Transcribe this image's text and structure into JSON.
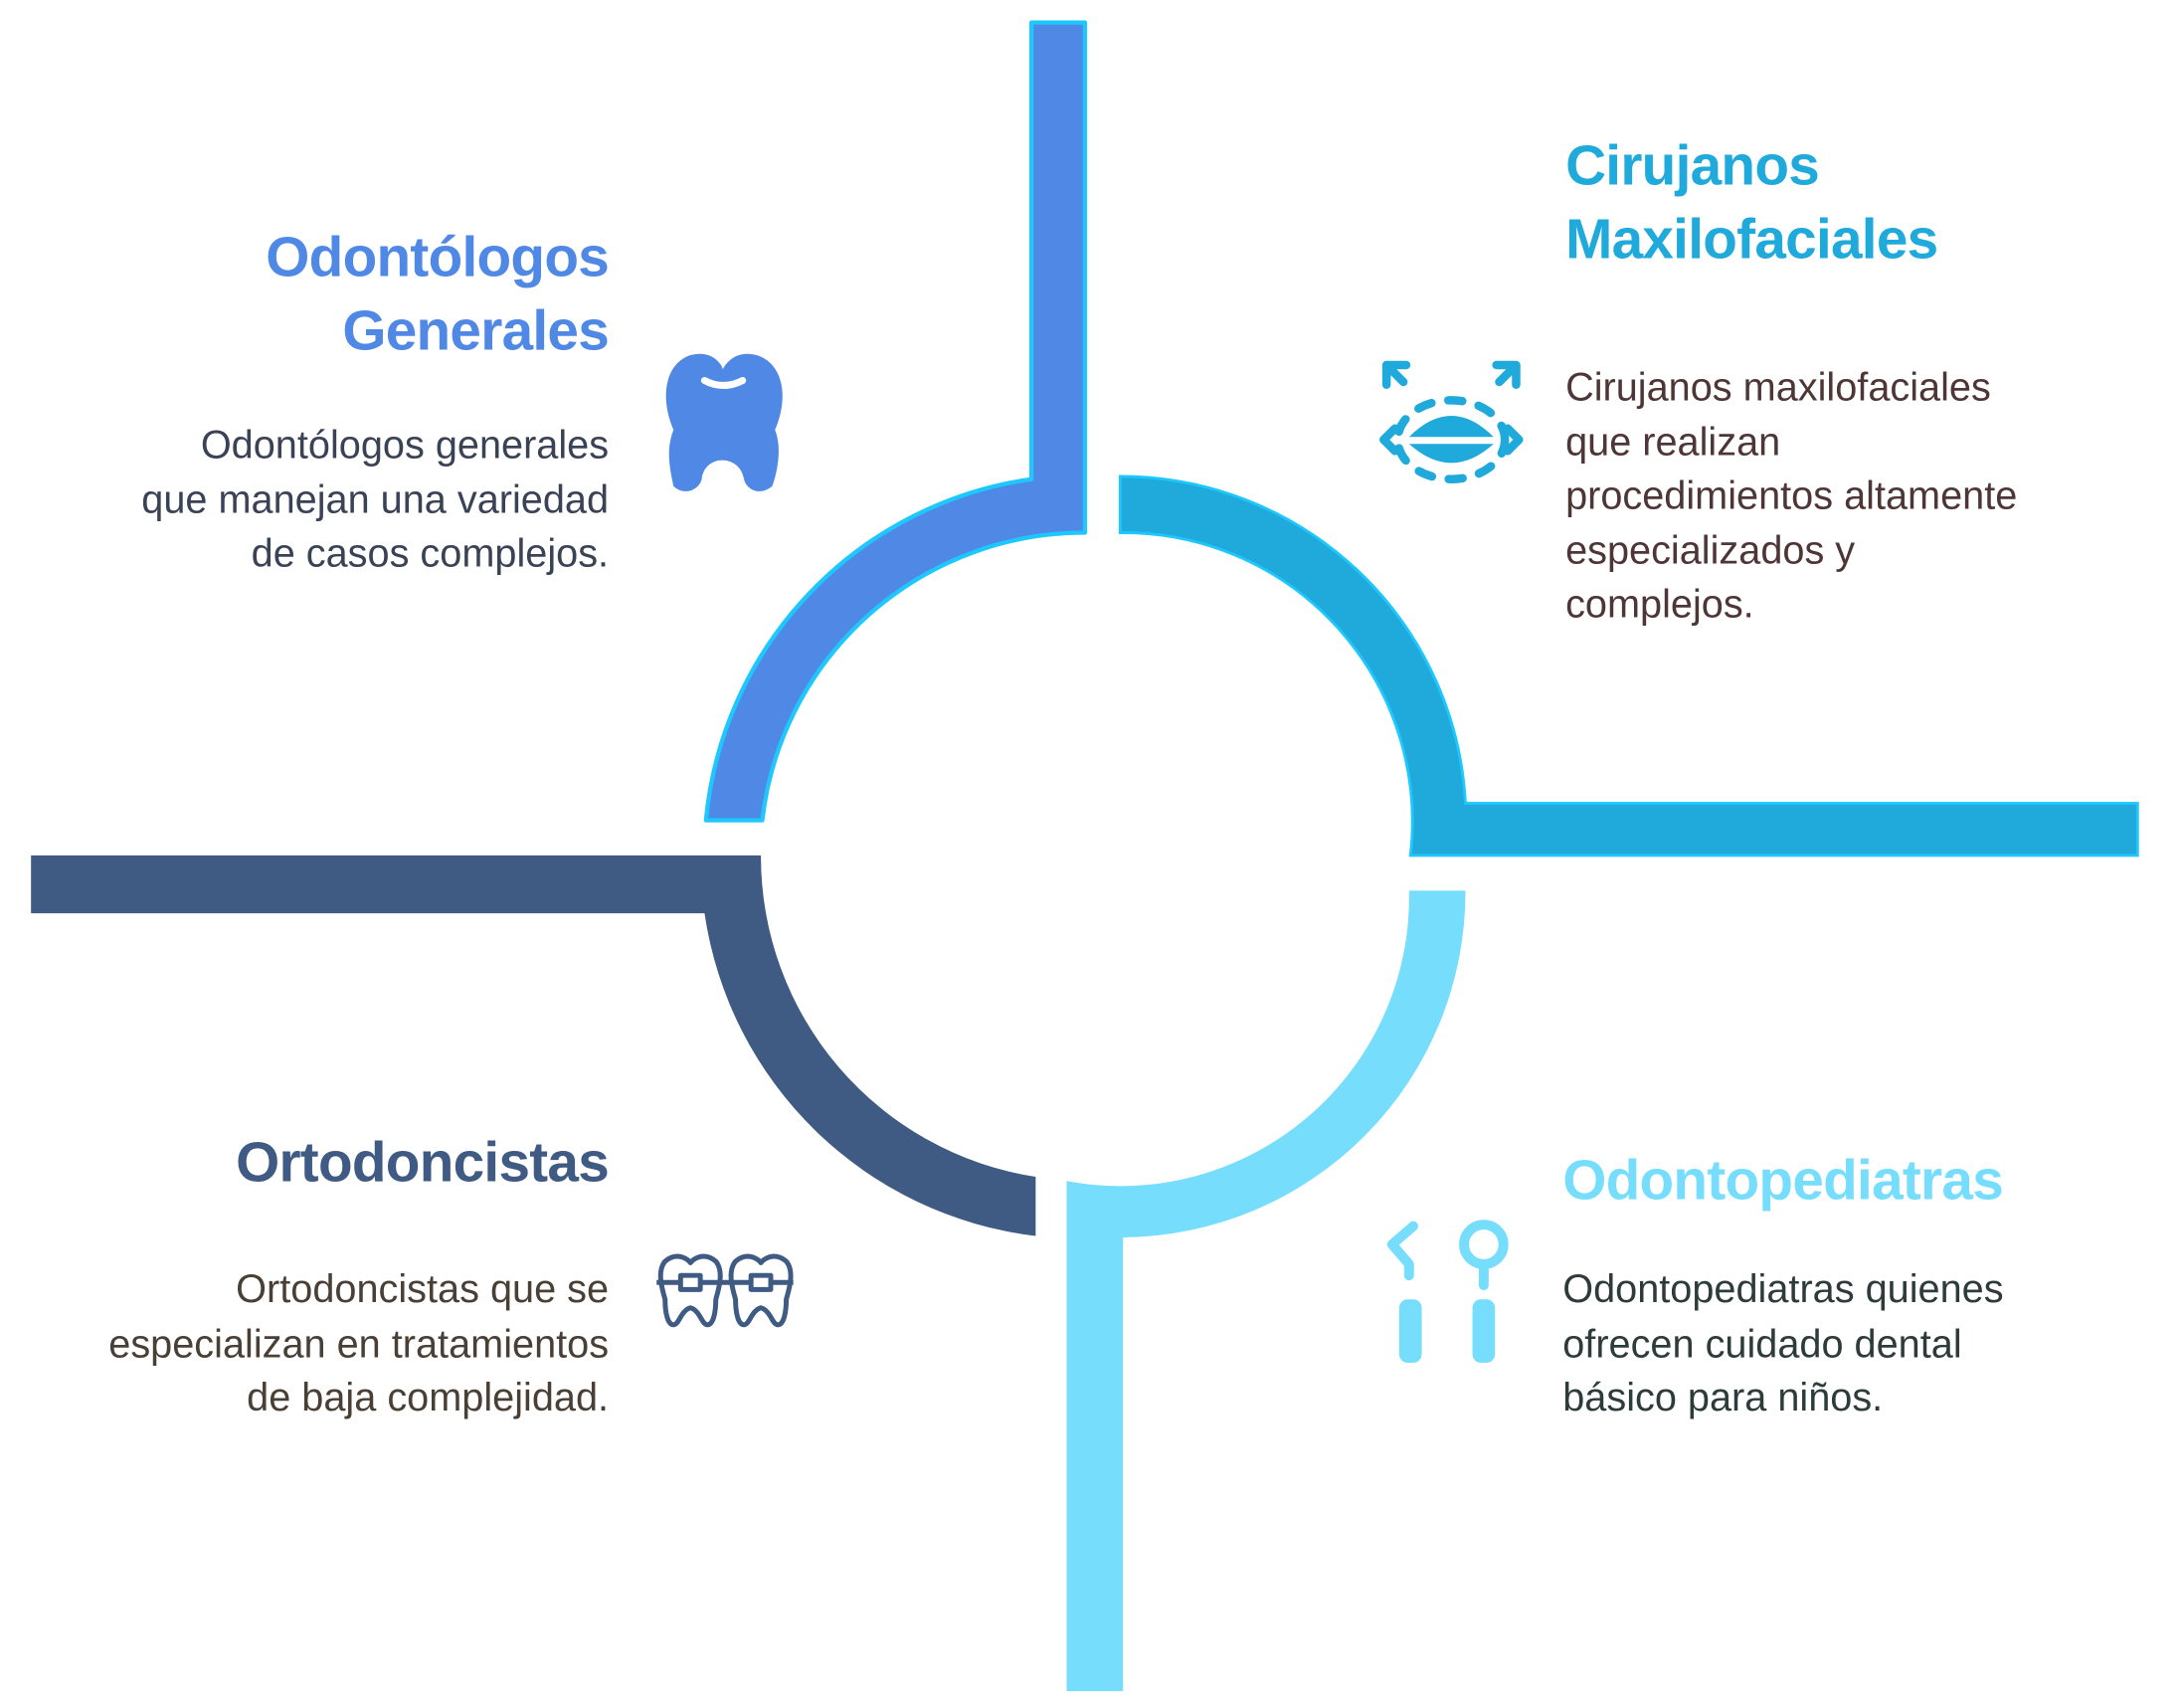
{
  "colors": {
    "odontologos": "#4F88E5",
    "outline": "#1EC8FF",
    "cirujanos": "#1FAADB",
    "odontopediatras": "#76DDFC",
    "ortodoncistas": "#3F5A83"
  },
  "sections": {
    "odontologos": {
      "title": [
        "Odontólogos",
        "Generales"
      ],
      "body": [
        "Odontólogos generales",
        "que manejan una variedad",
        "de casos complejos."
      ],
      "icon": "tooth-icon"
    },
    "cirujanos": {
      "title": [
        "Cirujanos",
        "Maxilofaciales"
      ],
      "body": [
        "Cirujanos maxilofaciales",
        "que realizan",
        "procedimientos altamente",
        "especializados y",
        "complejos."
      ],
      "icon": "mouth-expand-icon"
    },
    "ortodoncistas": {
      "title": [
        "Ortodoncistas"
      ],
      "body": [
        "Ortodoncistas que se",
        "especializan en tratamientos",
        "de baja complejidad."
      ],
      "icon": "braces-icon"
    },
    "odontopediatras": {
      "title": [
        "Odontopediatras"
      ],
      "body": [
        "Odontopediatras quienes",
        "ofrecen cuidado dental",
        "básico para niños."
      ],
      "icon": "dental-tools-icon"
    }
  }
}
